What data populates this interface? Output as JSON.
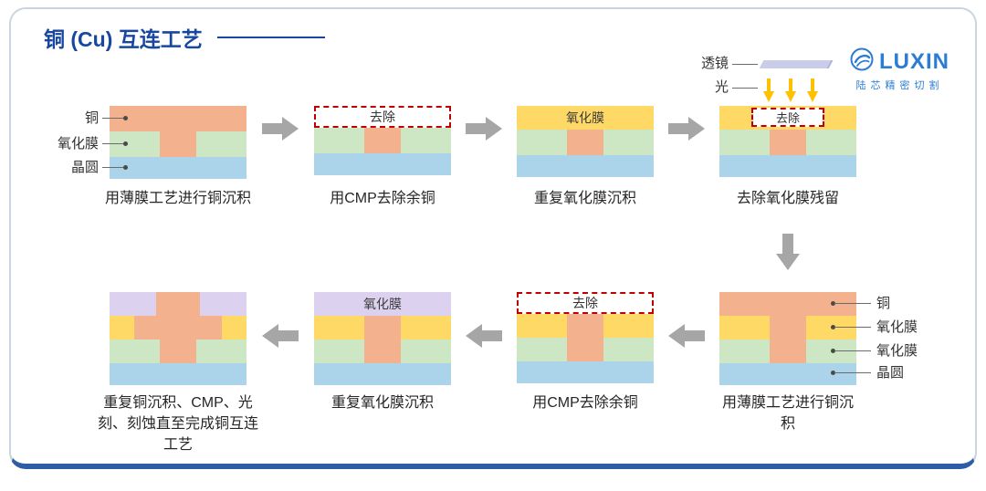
{
  "title": "铜 (Cu) 互连工艺",
  "logo": {
    "name": "LUXIN",
    "tagline": "陆芯精密切割"
  },
  "palette": {
    "copper": "#F4B18E",
    "oxide_green": "#CDE6C3",
    "oxide_yellow": "#FFD966",
    "oxide_purple": "#DCD2EF",
    "wafer_blue": "#ABD4EA",
    "arrow_gray": "#A6A6A6",
    "remove_red": "#C00000",
    "title_blue": "#17479E",
    "logo_blue": "#2B7CD3",
    "lens_fill": "#C9CDE9",
    "light_yellow": "#FFC000",
    "card_border": "#CBD5E1",
    "accent_blue": "#2E5CA6"
  },
  "steps": {
    "s1": {
      "caption": "用薄膜工艺进行铜沉积",
      "labels": {
        "copper": "铜",
        "oxide": "氧化膜",
        "wafer": "晶圆"
      }
    },
    "s2": {
      "caption": "用CMP去除余铜",
      "remove_label": "去除"
    },
    "s3": {
      "caption": "重复氧化膜沉积",
      "oxide_label": "氧化膜"
    },
    "s4": {
      "caption": "去除氧化膜残留",
      "remove_label": "去除",
      "lens_label": "透镜",
      "light_label": "光"
    },
    "s5": {
      "caption": "用薄膜工艺进行铜沉积",
      "labels": [
        "铜",
        "氧化膜",
        "氧化膜",
        "晶圆"
      ]
    },
    "s6": {
      "caption": "用CMP去除余铜",
      "remove_label": "去除"
    },
    "s7": {
      "caption": "重复氧化膜沉积",
      "oxide_label": "氧化膜"
    },
    "s8": {
      "caption": "重复铜沉积、CMP、光刻、刻蚀直至完成铜互连工艺"
    }
  }
}
